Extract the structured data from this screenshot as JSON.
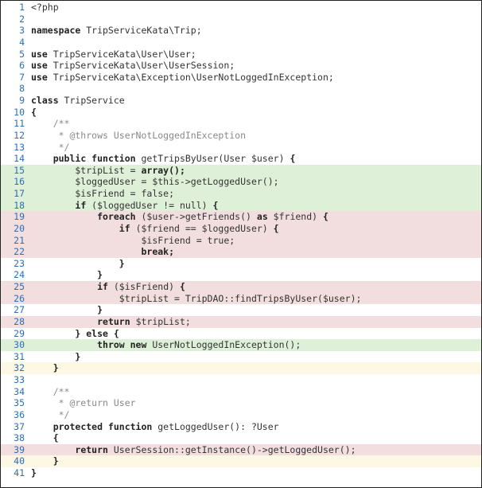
{
  "lines": [
    {
      "n": "1",
      "bg": "",
      "tokens": [
        {
          "t": "<?php",
          "c": ""
        }
      ]
    },
    {
      "n": "2",
      "bg": "",
      "tokens": []
    },
    {
      "n": "3",
      "bg": "",
      "tokens": [
        {
          "t": "namespace",
          "c": "kw"
        },
        {
          "t": " TripServiceKata\\Trip;",
          "c": ""
        }
      ]
    },
    {
      "n": "4",
      "bg": "",
      "tokens": []
    },
    {
      "n": "5",
      "bg": "",
      "tokens": [
        {
          "t": "use",
          "c": "kw"
        },
        {
          "t": " TripServiceKata\\User\\User;",
          "c": ""
        }
      ]
    },
    {
      "n": "6",
      "bg": "",
      "tokens": [
        {
          "t": "use",
          "c": "kw"
        },
        {
          "t": " TripServiceKata\\User\\UserSession;",
          "c": ""
        }
      ]
    },
    {
      "n": "7",
      "bg": "",
      "tokens": [
        {
          "t": "use",
          "c": "kw"
        },
        {
          "t": " TripServiceKata\\Exception\\UserNotLoggedInException;",
          "c": ""
        }
      ]
    },
    {
      "n": "8",
      "bg": "",
      "tokens": []
    },
    {
      "n": "9",
      "bg": "",
      "tokens": [
        {
          "t": "class",
          "c": "kw"
        },
        {
          "t": " TripService",
          "c": ""
        }
      ]
    },
    {
      "n": "10",
      "bg": "",
      "tokens": [
        {
          "t": "{",
          "c": "kw"
        }
      ]
    },
    {
      "n": "11",
      "bg": "",
      "tokens": [
        {
          "t": "    /**",
          "c": "cm"
        }
      ]
    },
    {
      "n": "12",
      "bg": "",
      "tokens": [
        {
          "t": "     * @throws UserNotLoggedInException",
          "c": "cm"
        }
      ]
    },
    {
      "n": "13",
      "bg": "",
      "tokens": [
        {
          "t": "     */",
          "c": "cm"
        }
      ]
    },
    {
      "n": "14",
      "bg": "",
      "tokens": [
        {
          "t": "    ",
          "c": ""
        },
        {
          "t": "public function",
          "c": "kw"
        },
        {
          "t": " getTripsByUser(User $user) ",
          "c": ""
        },
        {
          "t": "{",
          "c": "kw"
        }
      ]
    },
    {
      "n": "15",
      "bg": "green",
      "tokens": [
        {
          "t": "        $tripList = ",
          "c": ""
        },
        {
          "t": "array();",
          "c": "kw"
        }
      ]
    },
    {
      "n": "16",
      "bg": "green",
      "tokens": [
        {
          "t": "        $loggedUser = $this->getLoggedUser();",
          "c": ""
        }
      ]
    },
    {
      "n": "17",
      "bg": "green",
      "tokens": [
        {
          "t": "        $isFriend = false;",
          "c": ""
        }
      ]
    },
    {
      "n": "18",
      "bg": "green",
      "tokens": [
        {
          "t": "        ",
          "c": ""
        },
        {
          "t": "if",
          "c": "kw"
        },
        {
          "t": " ($loggedUser != null) ",
          "c": ""
        },
        {
          "t": "{",
          "c": "kw"
        }
      ]
    },
    {
      "n": "19",
      "bg": "red",
      "tokens": [
        {
          "t": "            ",
          "c": ""
        },
        {
          "t": "foreach",
          "c": "kw"
        },
        {
          "t": " ($user->getFriends() ",
          "c": ""
        },
        {
          "t": "as",
          "c": "kw"
        },
        {
          "t": " $friend) ",
          "c": ""
        },
        {
          "t": "{",
          "c": "kw"
        }
      ]
    },
    {
      "n": "20",
      "bg": "red",
      "tokens": [
        {
          "t": "                ",
          "c": ""
        },
        {
          "t": "if",
          "c": "kw"
        },
        {
          "t": " ($friend == $loggedUser) ",
          "c": ""
        },
        {
          "t": "{",
          "c": "kw"
        }
      ]
    },
    {
      "n": "21",
      "bg": "red",
      "tokens": [
        {
          "t": "                    $isFriend = true;",
          "c": ""
        }
      ]
    },
    {
      "n": "22",
      "bg": "red",
      "tokens": [
        {
          "t": "                    ",
          "c": ""
        },
        {
          "t": "break;",
          "c": "kw"
        }
      ]
    },
    {
      "n": "23",
      "bg": "",
      "tokens": [
        {
          "t": "                ",
          "c": ""
        },
        {
          "t": "}",
          "c": "kw"
        }
      ]
    },
    {
      "n": "24",
      "bg": "",
      "tokens": [
        {
          "t": "            ",
          "c": ""
        },
        {
          "t": "}",
          "c": "kw"
        }
      ]
    },
    {
      "n": "25",
      "bg": "red",
      "tokens": [
        {
          "t": "            ",
          "c": ""
        },
        {
          "t": "if",
          "c": "kw"
        },
        {
          "t": " ($isFriend) ",
          "c": ""
        },
        {
          "t": "{",
          "c": "kw"
        }
      ]
    },
    {
      "n": "26",
      "bg": "red",
      "tokens": [
        {
          "t": "                $tripList = TripDAO::findTripsByUser($user);",
          "c": ""
        }
      ]
    },
    {
      "n": "27",
      "bg": "",
      "tokens": [
        {
          "t": "            ",
          "c": ""
        },
        {
          "t": "}",
          "c": "kw"
        }
      ]
    },
    {
      "n": "28",
      "bg": "red",
      "tokens": [
        {
          "t": "            ",
          "c": ""
        },
        {
          "t": "return",
          "c": "kw"
        },
        {
          "t": " $tripList;",
          "c": ""
        }
      ]
    },
    {
      "n": "29",
      "bg": "",
      "tokens": [
        {
          "t": "        ",
          "c": ""
        },
        {
          "t": "} else {",
          "c": "kw"
        }
      ]
    },
    {
      "n": "30",
      "bg": "green",
      "tokens": [
        {
          "t": "            ",
          "c": ""
        },
        {
          "t": "throw new",
          "c": "kw"
        },
        {
          "t": " UserNotLoggedInException();",
          "c": ""
        }
      ]
    },
    {
      "n": "31",
      "bg": "",
      "tokens": [
        {
          "t": "        ",
          "c": ""
        },
        {
          "t": "}",
          "c": "kw"
        }
      ]
    },
    {
      "n": "32",
      "bg": "yellow",
      "tokens": [
        {
          "t": "    ",
          "c": ""
        },
        {
          "t": "}",
          "c": "kw"
        }
      ]
    },
    {
      "n": "33",
      "bg": "",
      "tokens": []
    },
    {
      "n": "34",
      "bg": "",
      "tokens": [
        {
          "t": "    /**",
          "c": "cm"
        }
      ]
    },
    {
      "n": "35",
      "bg": "",
      "tokens": [
        {
          "t": "     * @return User",
          "c": "cm"
        }
      ]
    },
    {
      "n": "36",
      "bg": "",
      "tokens": [
        {
          "t": "     */",
          "c": "cm"
        }
      ]
    },
    {
      "n": "37",
      "bg": "",
      "tokens": [
        {
          "t": "    ",
          "c": ""
        },
        {
          "t": "protected function",
          "c": "kw"
        },
        {
          "t": " getLoggedUser(): ?User",
          "c": ""
        }
      ]
    },
    {
      "n": "38",
      "bg": "",
      "tokens": [
        {
          "t": "    ",
          "c": ""
        },
        {
          "t": "{",
          "c": "kw"
        }
      ]
    },
    {
      "n": "39",
      "bg": "red",
      "tokens": [
        {
          "t": "        ",
          "c": ""
        },
        {
          "t": "return",
          "c": "kw"
        },
        {
          "t": " UserSession::getInstance()->getLoggedUser();",
          "c": ""
        }
      ]
    },
    {
      "n": "40",
      "bg": "yellow",
      "tokens": [
        {
          "t": "    ",
          "c": ""
        },
        {
          "t": "}",
          "c": "kw"
        }
      ]
    },
    {
      "n": "41",
      "bg": "",
      "tokens": [
        {
          "t": "}",
          "c": "kw"
        }
      ]
    }
  ],
  "colors": {
    "covered": "#dff0d8",
    "uncovered": "#f2dede",
    "partial": "#fcf8e3",
    "line_number": "#2a6fb5"
  }
}
